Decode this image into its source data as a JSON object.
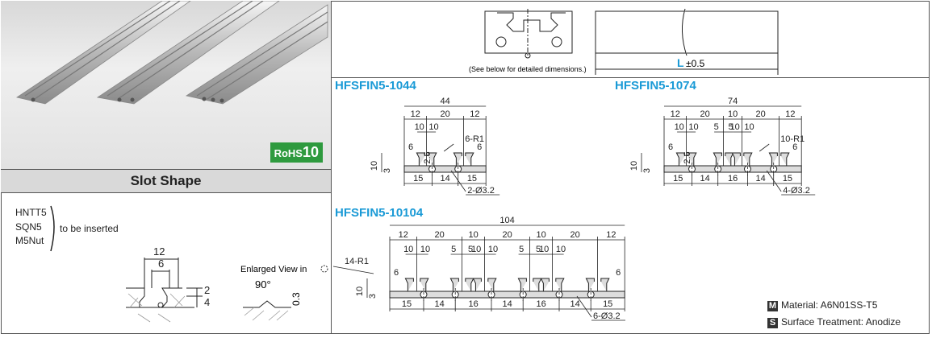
{
  "photo": {
    "rohs_prefix": "RoHS",
    "rohs_number": "10"
  },
  "slot": {
    "header": "Slot Shape",
    "nuts": [
      "HNTT5",
      "SQN5",
      "M5Nut"
    ],
    "insert_text": "to be inserted",
    "dims": {
      "w12": "12",
      "w6": "6",
      "h2": "2",
      "h4": "4"
    },
    "enlarged_label": "Enlarged View in",
    "angle": "90°",
    "depth": "0.3"
  },
  "profile": {
    "note": "(See below for detailed dimensions.)",
    "length_letter": "L",
    "length_tol": "±0.5"
  },
  "parts": [
    {
      "code": "HFSFIN5-1044",
      "overall": "44",
      "top": [
        "12",
        "20",
        "12"
      ],
      "inner": [
        "10",
        "10"
      ],
      "radius": "6-R1",
      "side": "6",
      "hole_dia": "2-Ø3.2",
      "bottom": [
        "15",
        "14",
        "15"
      ],
      "h10": "10",
      "h3": "3",
      "h26": "2.6"
    },
    {
      "code": "HFSFIN5-1074",
      "overall": "74",
      "top": [
        "12",
        "20",
        "10",
        "20",
        "12"
      ],
      "inner": [
        "10",
        "10",
        "5",
        "5",
        "10",
        "10"
      ],
      "radius": "10-R1",
      "side": "6",
      "hole_dia": "4-Ø3.2",
      "bottom": [
        "15",
        "14",
        "16",
        "14",
        "15"
      ],
      "h10": "10",
      "h3": "3",
      "h26": "2.6"
    },
    {
      "code": "HFSFIN5-10104",
      "overall": "104",
      "top": [
        "12",
        "20",
        "10",
        "20",
        "10",
        "20",
        "12"
      ],
      "inner": [
        "10",
        "10",
        "5",
        "5",
        "10",
        "10",
        "5",
        "5",
        "10",
        "10"
      ],
      "radius": "14-R1",
      "side": "6",
      "hole_dia": "6-Ø3.2",
      "bottom": [
        "15",
        "14",
        "16",
        "14",
        "16",
        "14",
        "15"
      ],
      "h10": "10",
      "h3": "3"
    }
  ],
  "spec": {
    "material_tag": "M",
    "material": "Material: A6N01SS-T5",
    "surface_tag": "S",
    "surface": "Surface Treatment: Anodize"
  }
}
